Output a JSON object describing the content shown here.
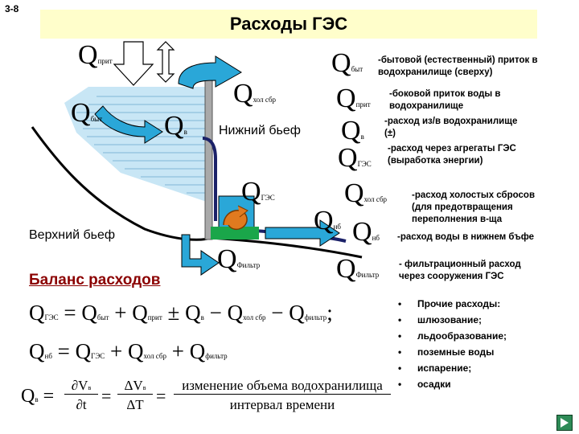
{
  "slide_number": "3-8",
  "title": "Расходы ГЭС",
  "colors": {
    "title_bg": "#fffecb",
    "water": "#c8e6f5",
    "arrow_blue": "#2aa7d8",
    "dark_line": "#1b2168",
    "balance_title": "#8b0000"
  },
  "diagram": {
    "q_prit": {
      "q": "Q",
      "sub": "прит"
    },
    "q_byt": {
      "q": "Q",
      "sub": "быт"
    },
    "q_v": {
      "q": "Q",
      "sub": "в"
    },
    "q_hol": {
      "q": "Q",
      "sub": "хол сбр"
    },
    "q_ges": {
      "q": "Q",
      "sub": "ГЭС"
    },
    "q_nb": {
      "q": "Q",
      "sub": "нб"
    },
    "q_filtr": {
      "q": "Q",
      "sub": "Фильтр"
    },
    "lower_pool": "Нижний бьеф",
    "upper_pool": "Верхний бьеф"
  },
  "legend": [
    {
      "sym": "Q",
      "sub": "быт",
      "text": "-бытовой (естественный) приток в\nводохранилище (сверху)"
    },
    {
      "sym": "Q",
      "sub": "прит",
      "text": "-боковой приток воды в\nводохранилище"
    },
    {
      "sym": "Q",
      "sub": "в",
      "text": "-расход из/в водохранилище\n(±)"
    },
    {
      "sym": "Q",
      "sub": "ГЭС",
      "text": "-расход через агрегаты ГЭС\n(выработка энергии)"
    },
    {
      "sym": "Q",
      "sub": "хол сбр",
      "text": "-расход холостых сбросов\n(для предотвращения\nпереполнения в-ща"
    },
    {
      "sym": "Q",
      "sub": "нб",
      "text": "-расход воды в нижнем бъфе"
    },
    {
      "sym": "Q",
      "sub": "Фильтр",
      "text": "- фильтрационный расход\nчерез сооружения ГЭС"
    }
  ],
  "balance": {
    "title": "Баланс расходов",
    "f1": {
      "lhs": "Q",
      "lhs_sub": "ГЭС",
      "eq": "=",
      "t1": "Q",
      "t1_sub": "быт",
      "p1": "+",
      "t2": "Q",
      "t2_sub": "прит",
      "p2": "±",
      "t3": "Q",
      "t3_sub": "в",
      "p3": "−",
      "t4": "Q",
      "t4_sub": "хол сбр",
      "p4": "−",
      "t5": "Q",
      "t5_sub": "фильтр",
      "end": ";"
    },
    "f2": {
      "lhs": "Q",
      "lhs_sub": "нб",
      "eq": "=",
      "t1": "Q",
      "t1_sub": "ГЭС",
      "p1": "+",
      "t2": "Q",
      "t2_sub": "хол сбр",
      "p2": "+",
      "t3": "Q",
      "t3_sub": "фильтр"
    },
    "f3": {
      "lhs": "Q",
      "lhs_sub": "в",
      "eq": "=",
      "num1": "∂V",
      "num1_sub": "в",
      "den1": "∂t",
      "eq2": "=",
      "num2": "ΔV",
      "num2_sub": "в",
      "den2": "ΔT",
      "eq3": "=",
      "num3": "изменение объема водохранилища",
      "den3": "интервал времени"
    }
  },
  "other_expenses": {
    "bullet": "•",
    "items": [
      "Прочие расходы:",
      "шлюзование;",
      "льдообразование;",
      "поземные воды",
      "испарение;",
      "осадки"
    ]
  }
}
